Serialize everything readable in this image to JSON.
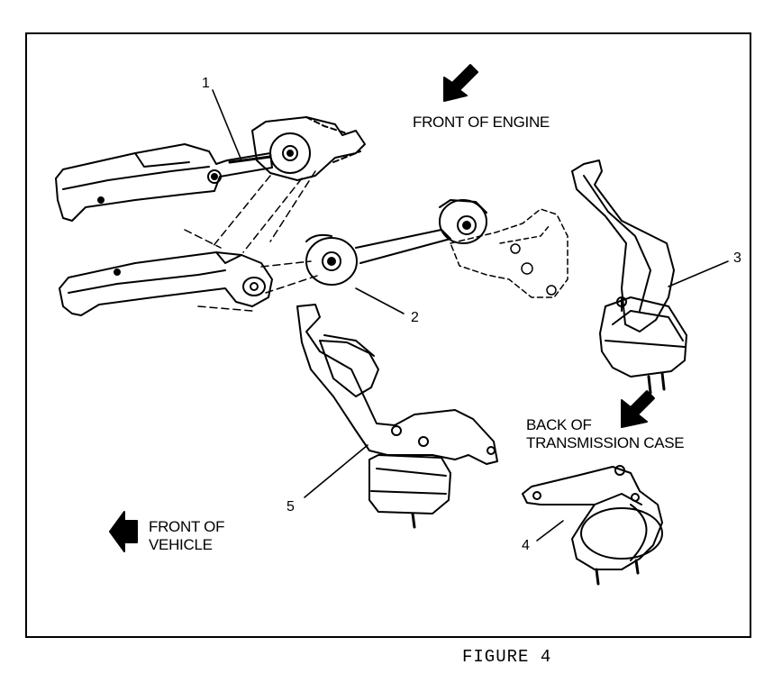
{
  "labels": {
    "front_of_engine": "FRONT OF ENGINE",
    "back_of_transmission": "BACK OF\nTRANSMISSION CASE",
    "front_of_vehicle": "FRONT OF\nVEHICLE"
  },
  "callouts": [
    "1",
    "2",
    "3",
    "4",
    "5"
  ],
  "caption": "FIGURE 4",
  "icons": [
    "arrow-front-engine-icon",
    "arrow-back-transmission-icon",
    "arrow-front-vehicle-icon"
  ]
}
